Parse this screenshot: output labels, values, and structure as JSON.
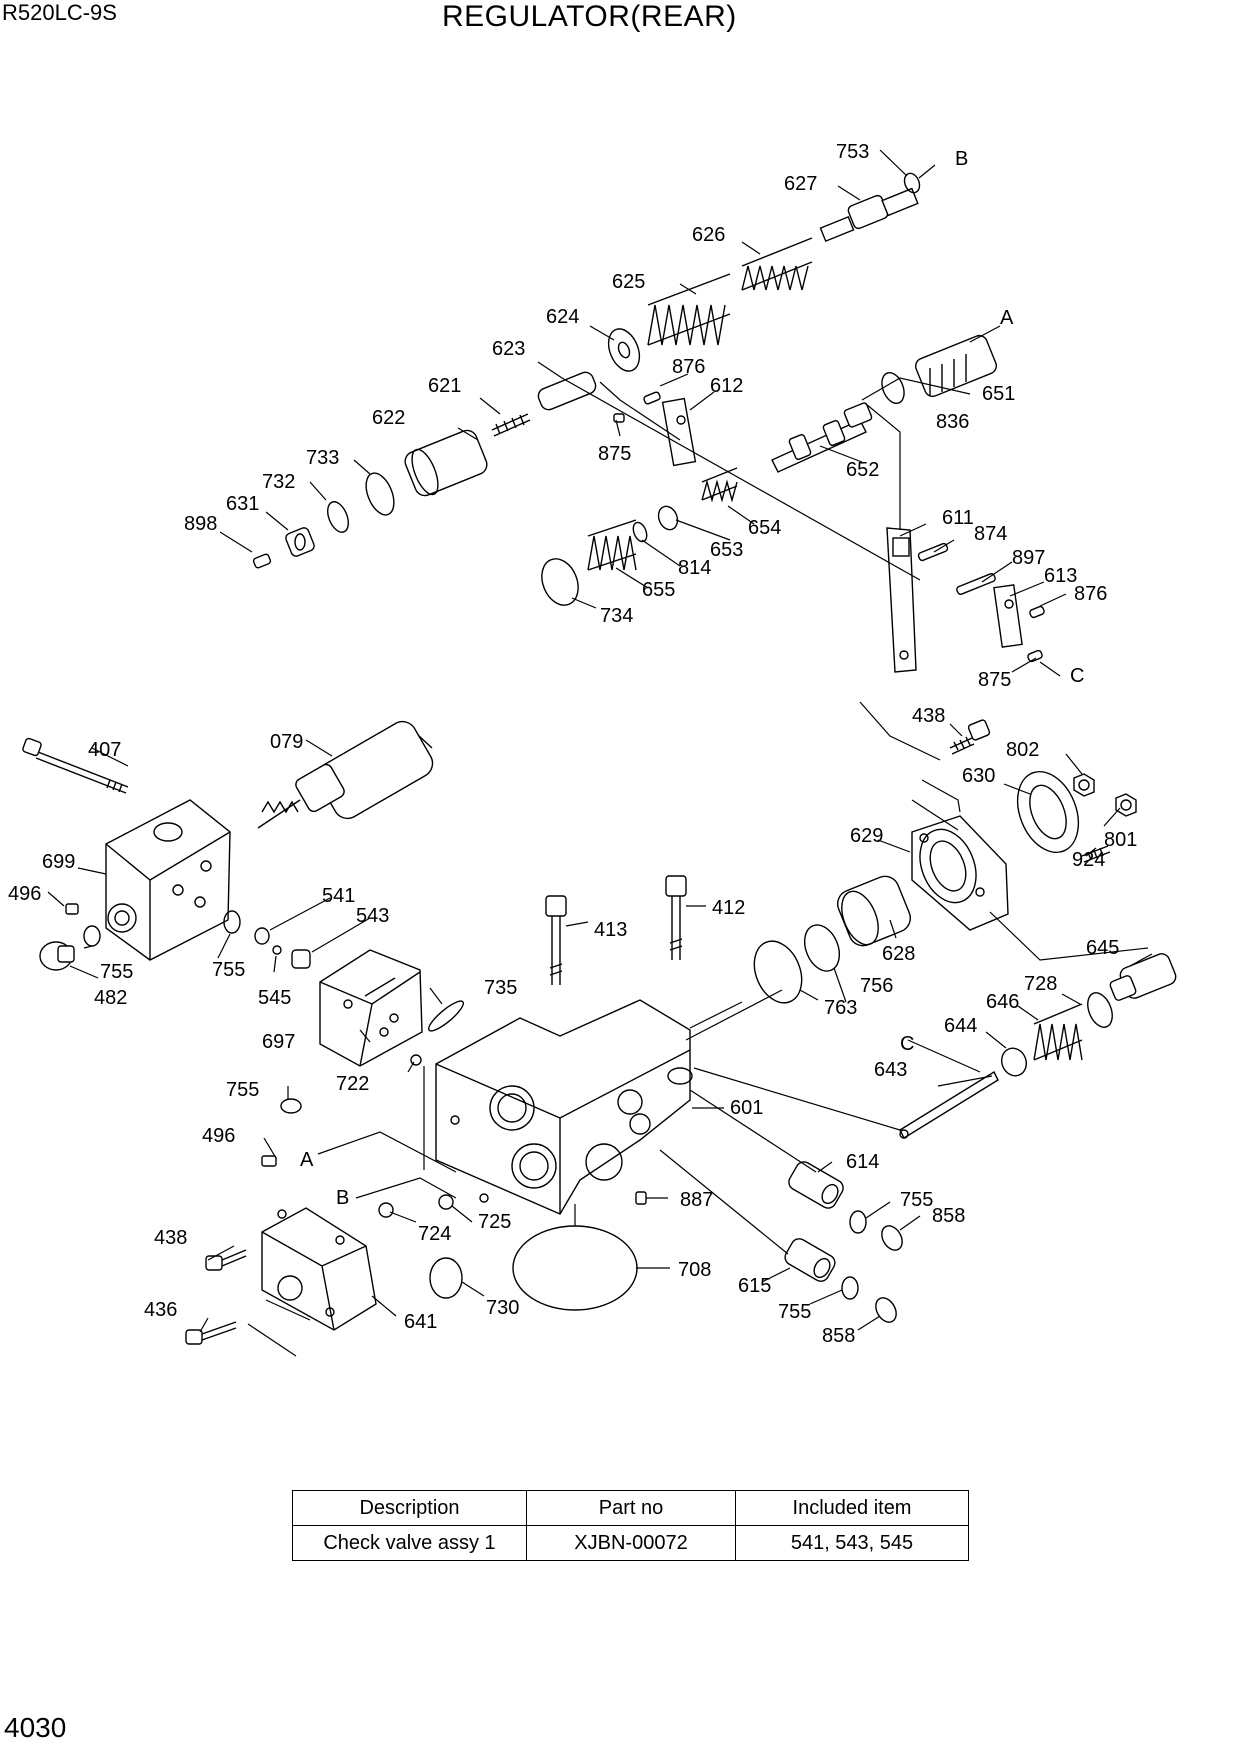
{
  "header": {
    "model": "R520LC-9S",
    "title": "REGULATOR(REAR)"
  },
  "footer": {
    "page_number": "4030"
  },
  "callouts": [
    {
      "id": "753",
      "text": "753"
    },
    {
      "id": "B-top",
      "text": "B"
    },
    {
      "id": "627",
      "text": "627"
    },
    {
      "id": "626",
      "text": "626"
    },
    {
      "id": "625",
      "text": "625"
    },
    {
      "id": "624",
      "text": "624"
    },
    {
      "id": "A-top",
      "text": "A"
    },
    {
      "id": "623",
      "text": "623"
    },
    {
      "id": "876a",
      "text": "876"
    },
    {
      "id": "612",
      "text": "612"
    },
    {
      "id": "621",
      "text": "621"
    },
    {
      "id": "651",
      "text": "651"
    },
    {
      "id": "622",
      "text": "622"
    },
    {
      "id": "836",
      "text": "836"
    },
    {
      "id": "875a",
      "text": "875"
    },
    {
      "id": "733",
      "text": "733"
    },
    {
      "id": "732",
      "text": "732"
    },
    {
      "id": "652",
      "text": "652"
    },
    {
      "id": "631",
      "text": "631"
    },
    {
      "id": "898",
      "text": "898"
    },
    {
      "id": "654",
      "text": "654"
    },
    {
      "id": "653",
      "text": "653"
    },
    {
      "id": "611",
      "text": "611"
    },
    {
      "id": "874",
      "text": "874"
    },
    {
      "id": "814",
      "text": "814"
    },
    {
      "id": "897",
      "text": "897"
    },
    {
      "id": "655",
      "text": "655"
    },
    {
      "id": "613",
      "text": "613"
    },
    {
      "id": "876b",
      "text": "876"
    },
    {
      "id": "734",
      "text": "734"
    },
    {
      "id": "875b",
      "text": "875"
    },
    {
      "id": "C-top",
      "text": "C"
    },
    {
      "id": "438a",
      "text": "438"
    },
    {
      "id": "407",
      "text": "407"
    },
    {
      "id": "079",
      "text": "079"
    },
    {
      "id": "802",
      "text": "802"
    },
    {
      "id": "630",
      "text": "630"
    },
    {
      "id": "629",
      "text": "629"
    },
    {
      "id": "801",
      "text": "801"
    },
    {
      "id": "699",
      "text": "699"
    },
    {
      "id": "924",
      "text": "924"
    },
    {
      "id": "496a",
      "text": "496"
    },
    {
      "id": "541",
      "text": "541"
    },
    {
      "id": "412",
      "text": "412"
    },
    {
      "id": "543",
      "text": "543"
    },
    {
      "id": "413",
      "text": "413"
    },
    {
      "id": "628",
      "text": "628"
    },
    {
      "id": "755a",
      "text": "755"
    },
    {
      "id": "755b",
      "text": "755"
    },
    {
      "id": "645",
      "text": "645"
    },
    {
      "id": "756",
      "text": "756"
    },
    {
      "id": "482",
      "text": "482"
    },
    {
      "id": "545",
      "text": "545"
    },
    {
      "id": "735",
      "text": "735"
    },
    {
      "id": "728",
      "text": "728"
    },
    {
      "id": "763",
      "text": "763"
    },
    {
      "id": "646",
      "text": "646"
    },
    {
      "id": "697",
      "text": "697"
    },
    {
      "id": "644",
      "text": "644"
    },
    {
      "id": "722",
      "text": "722"
    },
    {
      "id": "C-mid",
      "text": "C"
    },
    {
      "id": "643",
      "text": "643"
    },
    {
      "id": "755c",
      "text": "755"
    },
    {
      "id": "601",
      "text": "601"
    },
    {
      "id": "496b",
      "text": "496"
    },
    {
      "id": "A-mid",
      "text": "A"
    },
    {
      "id": "614",
      "text": "614"
    },
    {
      "id": "B-mid",
      "text": "B"
    },
    {
      "id": "755d",
      "text": "755"
    },
    {
      "id": "887",
      "text": "887"
    },
    {
      "id": "858a",
      "text": "858"
    },
    {
      "id": "724",
      "text": "724"
    },
    {
      "id": "725",
      "text": "725"
    },
    {
      "id": "438b",
      "text": "438"
    },
    {
      "id": "708",
      "text": "708"
    },
    {
      "id": "730",
      "text": "730"
    },
    {
      "id": "615",
      "text": "615"
    },
    {
      "id": "436",
      "text": "436"
    },
    {
      "id": "755e",
      "text": "755"
    },
    {
      "id": "641",
      "text": "641"
    },
    {
      "id": "858b",
      "text": "858"
    }
  ],
  "table": {
    "headers": [
      "Description",
      "Part no",
      "Included item"
    ],
    "rows": [
      [
        "Check valve assy 1",
        "XJBN-00072",
        "541, 543, 545"
      ]
    ]
  }
}
